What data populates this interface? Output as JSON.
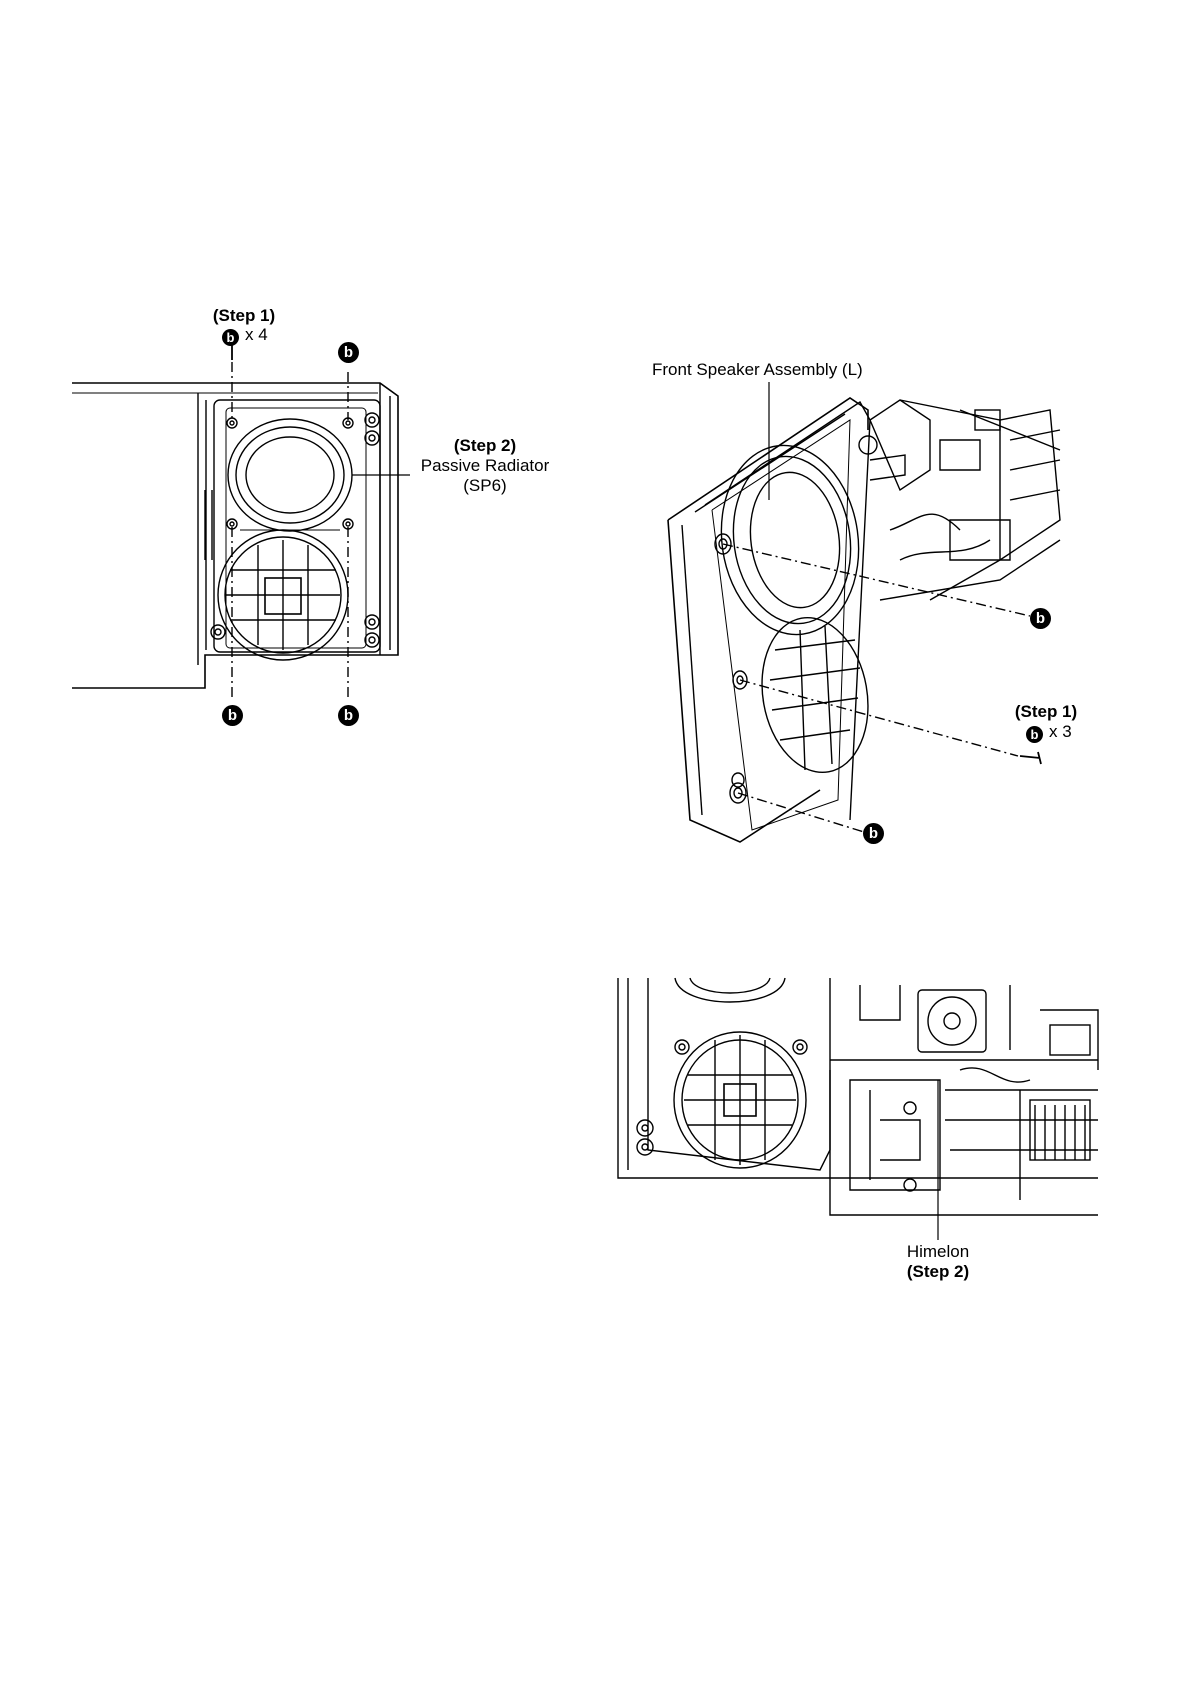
{
  "screw_marker": "b",
  "figure_1": {
    "step1_title": "(Step 1)",
    "step1_count": "x 4",
    "step2_title": "(Step 2)",
    "step2_part": "Passive Radiator",
    "step2_part_code": "(SP6)"
  },
  "figure_2": {
    "assembly_label": "Front Speaker Assembly (L)",
    "step1_title": "(Step 1)",
    "step1_count": "x 3"
  },
  "figure_3": {
    "part_label": "Himelon",
    "step_label": "(Step 2)"
  }
}
